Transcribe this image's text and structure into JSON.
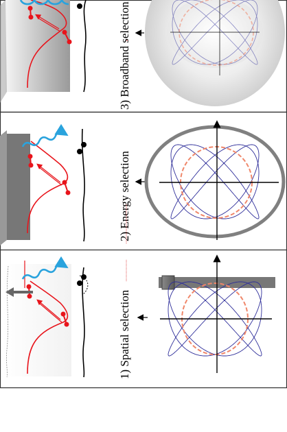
{
  "panels": [
    {
      "id": "spatial",
      "label": "1) Spatial selection"
    },
    {
      "id": "energy",
      "label": "2) Energy selection"
    },
    {
      "id": "broadband",
      "label": "3) Broadband selection"
    }
  ],
  "colors": {
    "potential_curve": "#e8141b",
    "wave_arrow": "#2aa3dd",
    "lissajous": "#2e2e9a",
    "dashed_ring": "#f0876a",
    "axes": "#000000",
    "spatial_mask": "#777777",
    "energy_ring": "#808080",
    "panel_border": "#333333",
    "spellcheck_underline": "#e05050"
  },
  "icons": {
    "wave_arrow": "wavy-arrow-icon",
    "pull_arrow": "gray-arrow-icon",
    "excitation_arrow": "double-arrow-icon",
    "molecule": "diatomic-molecule-icon"
  }
}
